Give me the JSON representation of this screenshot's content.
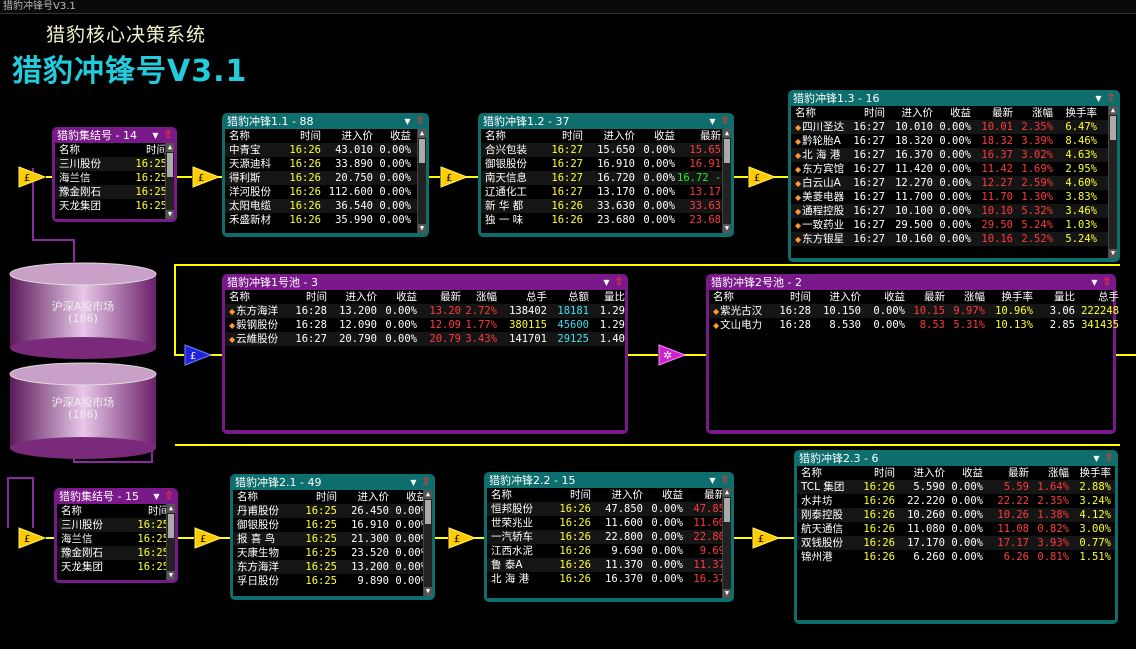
{
  "window_title": "猎豹冲锋号V3.1",
  "app_subtitle": "猎豹核心决策系统",
  "app_title": "猎豹冲锋号V3.1",
  "markets": [
    {
      "name": "沪深A股市场",
      "count": "(186)"
    },
    {
      "name": "沪深A股市场",
      "count": "(186)"
    }
  ],
  "node_symbols": {
    "gold": "£",
    "blue": "£",
    "star": "✲"
  },
  "collect1": {
    "title": "猎豹集结号 - 14",
    "headers": [
      "名称",
      "时间"
    ],
    "rows": [
      [
        "三川股份",
        "16:25"
      ],
      [
        "海兰信",
        "16:25"
      ],
      [
        "豫金刚石",
        "16:25"
      ],
      [
        "天龙集团",
        "16:25"
      ]
    ]
  },
  "collect2": {
    "title": "猎豹集结号 - 15",
    "headers": [
      "名称",
      "时间"
    ],
    "rows": [
      [
        "三川股份",
        "16:25"
      ],
      [
        "海兰信",
        "16:25"
      ],
      [
        "豫金刚石",
        "16:25"
      ],
      [
        "天龙集团",
        "16:25"
      ]
    ]
  },
  "p11": {
    "title": "猎豹冲锋1.1 - 88",
    "headers": [
      "名称",
      "时间",
      "进入价",
      "收益"
    ],
    "rows": [
      [
        "中青宝",
        "16:26",
        "43.010",
        "0.00%"
      ],
      [
        "天源迪科",
        "16:26",
        "33.890",
        "0.00%"
      ],
      [
        "得利斯",
        "16:26",
        "20.750",
        "0.00%"
      ],
      [
        "洋河股份",
        "16:26",
        "112.600",
        "0.00%"
      ],
      [
        "太阳电缆",
        "16:26",
        "36.540",
        "0.00%"
      ],
      [
        "禾盛新材",
        "16:26",
        "35.990",
        "0.00%"
      ]
    ]
  },
  "p12": {
    "title": "猎豹冲锋1.2 - 37",
    "headers": [
      "名称",
      "时间",
      "进入价",
      "收益",
      "最新"
    ],
    "rows": [
      [
        "合兴包装",
        "16:27",
        "15.650",
        "0.00%",
        "15.65"
      ],
      [
        "御银股份",
        "16:27",
        "16.910",
        "0.00%",
        "16.91"
      ],
      [
        "南天信息",
        "16:27",
        "16.720",
        "0.00%",
        "16.72 -"
      ],
      [
        "辽通化工",
        "16:27",
        "13.170",
        "0.00%",
        "13.17"
      ],
      [
        "新 华 都",
        "16:26",
        "33.630",
        "0.00%",
        "33.63"
      ],
      [
        "独 一 味",
        "16:26",
        "23.680",
        "0.00%",
        "23.68"
      ]
    ]
  },
  "p13": {
    "title": "猎豹冲锋1.3 - 16",
    "headers": [
      "名称",
      "时间",
      "进入价",
      "收益",
      "最新",
      "涨幅",
      "换手率"
    ],
    "rows": [
      [
        "四川圣达",
        "16:27",
        "10.010",
        "0.00%",
        "10.01",
        "2.35%",
        "6.47%"
      ],
      [
        "黔轮胎A",
        "16:27",
        "18.320",
        "0.00%",
        "18.32",
        "3.39%",
        "8.46%"
      ],
      [
        "北 海 港",
        "16:27",
        "16.370",
        "0.00%",
        "16.37",
        "3.02%",
        "4.63%"
      ],
      [
        "东方宾馆",
        "16:27",
        "11.420",
        "0.00%",
        "11.42",
        "1.69%",
        "2.95%"
      ],
      [
        "白云山A",
        "16:27",
        "12.270",
        "0.00%",
        "12.27",
        "2.59%",
        "4.60%"
      ],
      [
        "美菱电器",
        "16:27",
        "11.700",
        "0.00%",
        "11.70",
        "1.30%",
        "3.83%"
      ],
      [
        "通程控股",
        "16:27",
        "10.100",
        "0.00%",
        "10.10",
        "5.32%",
        "3.46%"
      ],
      [
        "一致药业",
        "16:27",
        "29.500",
        "0.00%",
        "29.50",
        "5.24%",
        "1.03%"
      ],
      [
        "东方银星",
        "16:27",
        "10.160",
        "0.00%",
        "10.16",
        "2.52%",
        "5.24%"
      ]
    ]
  },
  "pool1": {
    "title": "猎豹冲锋1号池 - 3",
    "headers": [
      "名称",
      "时间",
      "进入价",
      "收益",
      "最新",
      "涨幅",
      "总手",
      "总额",
      "量比"
    ],
    "rows": [
      [
        "东方海洋",
        "16:28",
        "13.200",
        "0.00%",
        "13.20",
        "2.72%",
        "138402",
        "18181",
        "1.29"
      ],
      [
        "毅钢股份",
        "16:28",
        "12.090",
        "0.00%",
        "12.09",
        "1.77%",
        "380115",
        "45600",
        "1.29"
      ],
      [
        "云維股份",
        "16:27",
        "20.790",
        "0.00%",
        "20.79",
        "3.43%",
        "141701",
        "29125",
        "1.40"
      ]
    ]
  },
  "pool2": {
    "title": "猎豹冲锋2号池 - 2",
    "headers": [
      "名称",
      "时间",
      "进入价",
      "收益",
      "最新",
      "涨幅",
      "换手率",
      "量比",
      "总手"
    ],
    "rows": [
      [
        "紫光古汉",
        "16:28",
        "10.150",
        "0.00%",
        "10.15",
        "9.97%",
        "10.96%",
        "3.06",
        "222248"
      ],
      [
        "文山电力",
        "16:28",
        "8.530",
        "0.00%",
        "8.53",
        "5.31%",
        "10.13%",
        "2.85",
        "341435"
      ]
    ]
  },
  "p21": {
    "title": "猎豹冲锋2.1 - 49",
    "headers": [
      "名称",
      "时间",
      "进入价",
      "收益"
    ],
    "rows": [
      [
        "丹甫股份",
        "16:25",
        "26.450",
        "0.00%"
      ],
      [
        "御银股份",
        "16:25",
        "16.910",
        "0.00%"
      ],
      [
        "报 喜 鸟",
        "16:25",
        "21.300",
        "0.00%"
      ],
      [
        "天康生物",
        "16:25",
        "23.520",
        "0.00%"
      ],
      [
        "东方海洋",
        "16:25",
        "13.200",
        "0.00%"
      ],
      [
        "孚日股份",
        "16:25",
        "9.890",
        "0.00%"
      ]
    ]
  },
  "p22": {
    "title": "猎豹冲锋2.2 - 15",
    "headers": [
      "名称",
      "时间",
      "进入价",
      "收益",
      "最新"
    ],
    "rows": [
      [
        "恒邦股份",
        "16:26",
        "47.850",
        "0.00%",
        "47.85"
      ],
      [
        "世荣兆业",
        "16:26",
        "11.600",
        "0.00%",
        "11.60"
      ],
      [
        "一汽轿车",
        "16:26",
        "22.800",
        "0.00%",
        "22.80"
      ],
      [
        "江西水泥",
        "16:26",
        "9.690",
        "0.00%",
        "9.69"
      ],
      [
        "鲁  泰A",
        "16:26",
        "11.370",
        "0.00%",
        "11.37"
      ],
      [
        "北 海 港",
        "16:26",
        "16.370",
        "0.00%",
        "16.37"
      ]
    ]
  },
  "p23": {
    "title": "猎豹冲锋2.3 - 6",
    "headers": [
      "名称",
      "时间",
      "进入价",
      "收益",
      "最新",
      "涨幅",
      "换手率"
    ],
    "rows": [
      [
        "TCL 集团",
        "16:26",
        "5.590",
        "0.00%",
        "5.59",
        "1.64%",
        "2.88%"
      ],
      [
        "水井坊",
        "16:26",
        "22.220",
        "0.00%",
        "22.22",
        "2.35%",
        "3.24%"
      ],
      [
        "刚泰控股",
        "16:26",
        "10.260",
        "0.00%",
        "10.26",
        "1.38%",
        "4.12%"
      ],
      [
        "航天通信",
        "16:26",
        "11.080",
        "0.00%",
        "11.08",
        "0.82%",
        "3.00%"
      ],
      [
        "双钱股份",
        "16:26",
        "17.170",
        "0.00%",
        "17.17",
        "3.93%",
        "0.77%"
      ],
      [
        "锦州港",
        "16:26",
        "6.260",
        "0.00%",
        "6.26",
        "0.81%",
        "1.51%"
      ]
    ]
  },
  "colors": {
    "teal": "#0e6e6e",
    "purple": "#7a1a8a",
    "wire": "#ffff00",
    "title": "#22ccdd"
  }
}
